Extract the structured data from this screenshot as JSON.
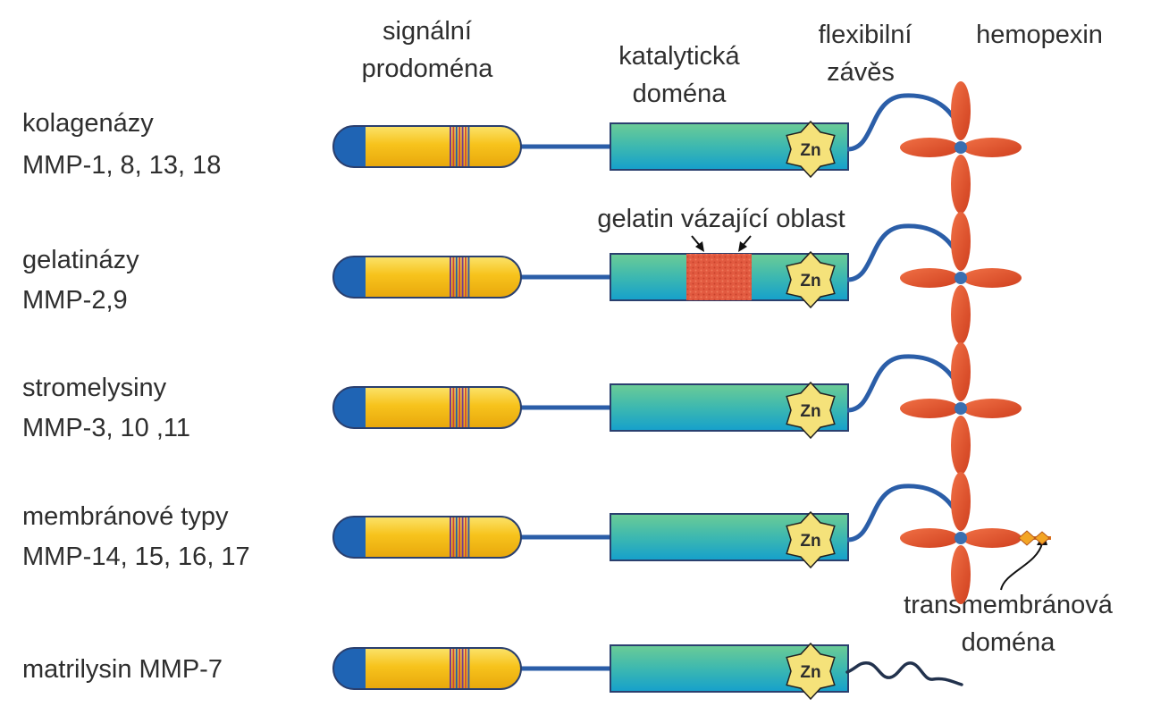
{
  "headers": {
    "signal": [
      "signální",
      "prodoména"
    ],
    "catalytic": [
      "katalytická",
      "doména"
    ],
    "hinge": [
      "flexibilní",
      "závěs"
    ],
    "hemopexin": "hemopexin"
  },
  "annotations": {
    "gelatin_binding": "gelatin vázající oblast",
    "transmembrane": [
      "transmembránová",
      "doména"
    ]
  },
  "zn_label": "Zn",
  "rows": [
    {
      "name": "kolagenázy",
      "members": "MMP-1, 8, 13, 18",
      "hemopexin": true,
      "gelatin_region": false,
      "transmembrane": false
    },
    {
      "name": "gelatinázy",
      "members": "MMP-2,9",
      "hemopexin": true,
      "gelatin_region": true,
      "transmembrane": false
    },
    {
      "name": "stromelysiny",
      "members": "MMP-3, 10 ,11",
      "hemopexin": true,
      "gelatin_region": false,
      "transmembrane": false
    },
    {
      "name": "membránové typy",
      "members": "MMP-14, 15, 16, 17",
      "hemopexin": true,
      "gelatin_region": false,
      "transmembrane": true
    },
    {
      "name": "matrilysin MMP-7",
      "members": "",
      "hemopexin": false,
      "gelatin_region": false,
      "transmembrane": false
    }
  ],
  "colors": {
    "pro_yellow": "#f7c31c",
    "signal_blue": "#1f64b4",
    "catalytic_top": "#5cc79a",
    "catalytic_bottom": "#1ba3c9",
    "linker": "#2b5ea8",
    "hemopexin_red": "#e2532a",
    "gelatin_red": "#e0533a",
    "zinc_star": "#f5e27a",
    "text": "#2e2e2e"
  }
}
